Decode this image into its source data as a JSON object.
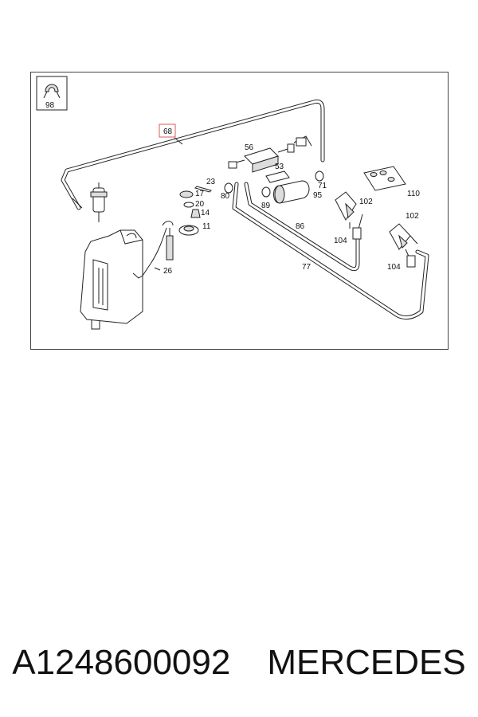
{
  "diagram": {
    "callouts": {
      "c98": "98",
      "c68": "68",
      "c56": "56",
      "c53": "53",
      "c71": "71",
      "c95": "95",
      "c89": "89",
      "c80": "80",
      "c23": "23",
      "c17": "17",
      "c20": "20",
      "c14": "14",
      "c11": "11",
      "c26": "26",
      "c86": "86",
      "c77": "77",
      "c110": "110",
      "c102a": "102",
      "c102b": "102",
      "c104a": "104",
      "c104b": "104"
    },
    "highlight_color": "#e05a5a"
  },
  "caption": {
    "part_number": "A1248600092",
    "brand": "MERCEDES"
  }
}
